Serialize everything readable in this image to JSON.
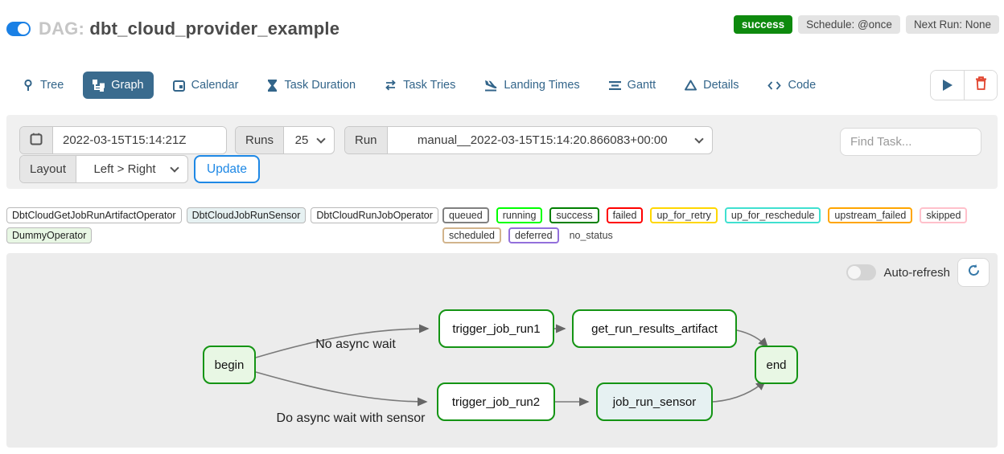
{
  "header": {
    "dag_prefix": "DAG:",
    "dag_name": "dbt_cloud_provider_example",
    "status_badge": "success",
    "schedule_badge": "Schedule: @once",
    "next_run_badge": "Next Run: None"
  },
  "tabs": [
    {
      "label": "Tree"
    },
    {
      "label": "Graph",
      "active": true
    },
    {
      "label": "Calendar"
    },
    {
      "label": "Task Duration"
    },
    {
      "label": "Task Tries"
    },
    {
      "label": "Landing Times"
    },
    {
      "label": "Gantt"
    },
    {
      "label": "Details"
    },
    {
      "label": "Code"
    }
  ],
  "filter_bar": {
    "base_date_value": "2022-03-15T15:14:21Z",
    "runs_label": "Runs",
    "runs_value": "25",
    "run_label": "Run",
    "run_value": "manual__2022-03-15T15:14:20.866083+00:00",
    "find_task_placeholder": "Find Task...",
    "layout_label": "Layout",
    "layout_value": "Left > Right",
    "update_label": "Update"
  },
  "legend": {
    "operators": [
      {
        "label": "DbtCloudGetJobRunArtifactOperator",
        "fill": "#ffffff"
      },
      {
        "label": "DbtCloudJobRunSensor",
        "fill": "#e6f1f2"
      },
      {
        "label": "DbtCloudRunJobOperator",
        "fill": "#ffffff"
      },
      {
        "label": "DummyOperator",
        "fill": "#e8f7e4"
      }
    ],
    "states": [
      {
        "label": "queued",
        "border": "#808080"
      },
      {
        "label": "running",
        "border": "#00ff00"
      },
      {
        "label": "success",
        "border": "#008000"
      },
      {
        "label": "failed",
        "border": "#ff0000"
      },
      {
        "label": "up_for_retry",
        "border": "#ffd700"
      },
      {
        "label": "up_for_reschedule",
        "border": "#40e0d0"
      },
      {
        "label": "upstream_failed",
        "border": "#ffa500"
      },
      {
        "label": "skipped",
        "border": "#ffc0cb"
      },
      {
        "label": "scheduled",
        "border": "#d2b48c"
      },
      {
        "label": "deferred",
        "border": "#9370db"
      }
    ],
    "no_status_label": "no_status"
  },
  "graph": {
    "auto_refresh_label": "Auto-refresh",
    "nodes": [
      {
        "id": "begin",
        "label": "begin",
        "fill": "#e8f7e4",
        "border": "#149414"
      },
      {
        "id": "trigger_job_run1",
        "label": "trigger_job_run1",
        "fill": "#ffffff",
        "border": "#149414"
      },
      {
        "id": "get_run_results_artifact",
        "label": "get_run_results_artifact",
        "fill": "#ffffff",
        "border": "#149414"
      },
      {
        "id": "end",
        "label": "end",
        "fill": "#e8f7e4",
        "border": "#149414"
      },
      {
        "id": "trigger_job_run2",
        "label": "trigger_job_run2",
        "fill": "#ffffff",
        "border": "#149414"
      },
      {
        "id": "job_run_sensor",
        "label": "job_run_sensor",
        "fill": "#e6f1f2",
        "border": "#149414"
      }
    ],
    "edge_labels": {
      "top": "No async wait",
      "bottom": "Do async wait with sensor"
    }
  },
  "colors": {
    "accent_blue": "#1a80e5",
    "navy": "#33658a",
    "active_tab_bg": "#3a6b8e",
    "success_green": "#0e8a0e",
    "node_border_green": "#149414",
    "trash_red": "#e1422c"
  }
}
